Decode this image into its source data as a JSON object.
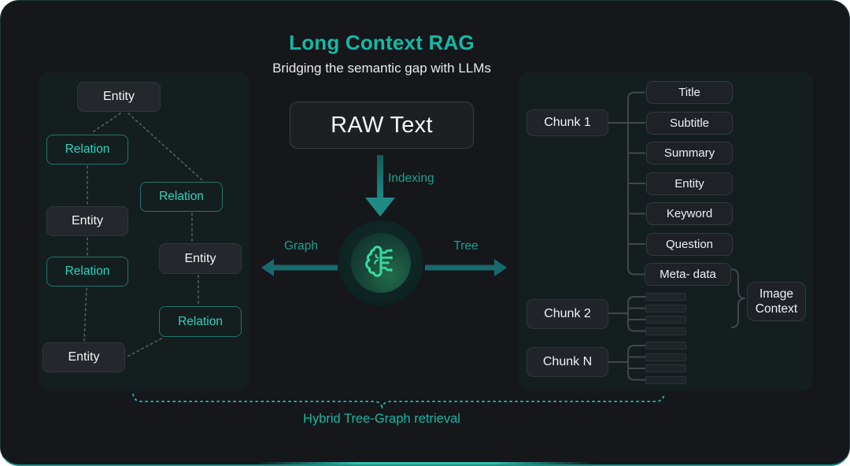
{
  "header": {
    "title": "Long Context RAG",
    "subtitle": "Bridging the semantic gap with LLMs"
  },
  "center": {
    "raw_text": "RAW Text",
    "indexing_label": "Indexing",
    "graph_label": "Graph",
    "tree_label": "Tree",
    "brain_icon": "brain-circuit-icon"
  },
  "left_panel": {
    "nodes": [
      "Entity",
      "Relation",
      "Relation",
      "Entity",
      "Relation",
      "Entity",
      "Relation",
      "Entity"
    ]
  },
  "right_panel": {
    "chunks": [
      "Chunk 1",
      "Chunk 2",
      "Chunk N"
    ],
    "leaves": [
      "Title",
      "Subtitle",
      "Summary",
      "Entity",
      "Keyword",
      "Question",
      "Meta- data"
    ],
    "image_context": "Image Context"
  },
  "footer": {
    "label": "Hybrid Tree-Graph retrieval"
  },
  "colors": {
    "accent_teal": "#14b8a6",
    "relation_teal": "#2dd4bf",
    "arrow_dark_teal": "#176a6e",
    "icon_green": "#38d9a0",
    "connector_gray": "#42474c",
    "dotted_gray": "#5a6166",
    "canvas_bg": "#15171a",
    "panel_bg": "#151e1e",
    "box_bg": "#24282c"
  }
}
